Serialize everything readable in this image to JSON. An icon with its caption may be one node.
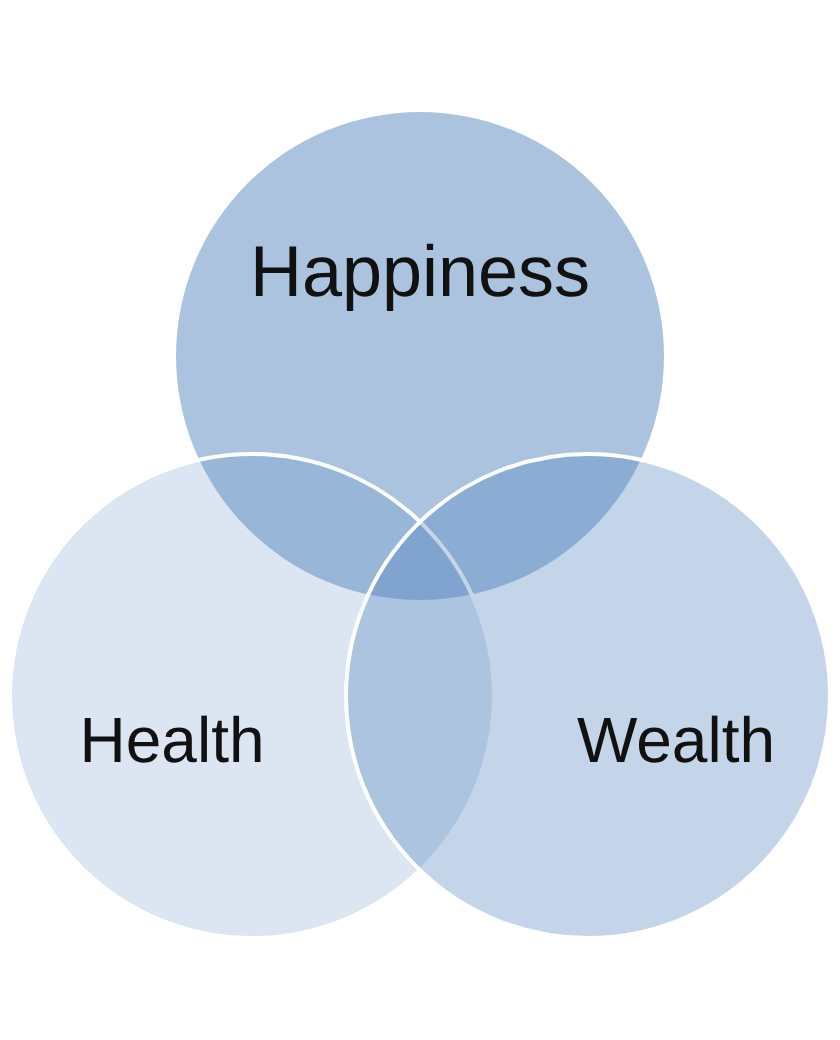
{
  "diagram": {
    "nodes": [
      {
        "text": [
          "Happiness"
        ]
      },
      {
        "text": [
          "Health"
        ]
      },
      {
        "text": [
          "Wealth"
        ]
      }
    ]
  }
}
